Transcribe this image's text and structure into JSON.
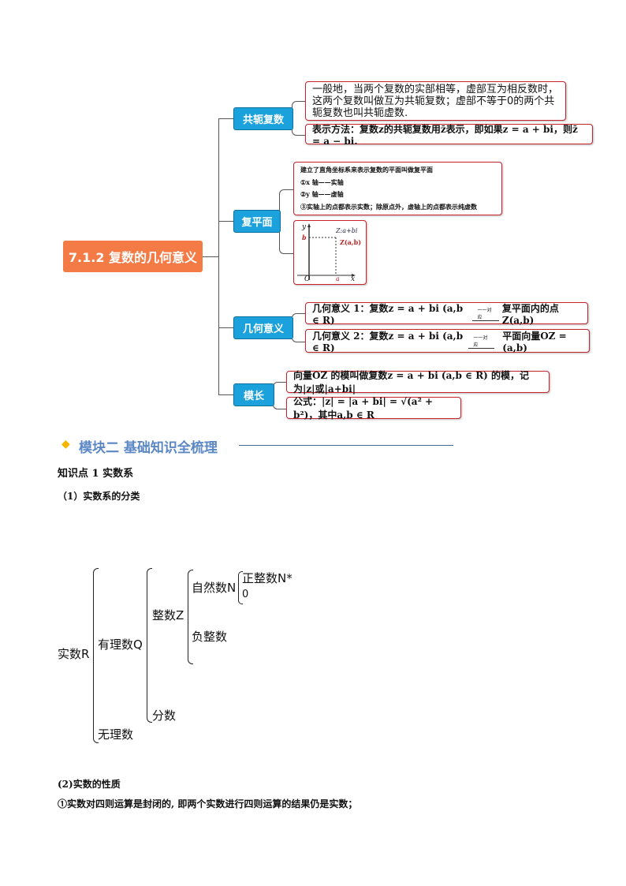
{
  "mindmap": {
    "root": "7.1.2 复数的几何意义",
    "branches": [
      {
        "label": "共轭复数",
        "items": [
          "一般地，当两个复数的实部相等，虚部互为相反数时，这两个复数叫做互为共轭复数；虚部不等于0的两个共轭复数也叫共轭虚数.",
          "表示方法：复数z的共轭复数用z̄表示，即如果z = a + bi，则z̄ = a − bi."
        ]
      },
      {
        "label": "复平面",
        "items": [
          "建立了直角坐标系来表示复数的平面叫做复平面",
          "①x 轴——实轴",
          "②y 轴——虚轴",
          "③实轴上的点都表示实数；除原点外，虚轴上的点都表示纯虚数"
        ],
        "graph": {
          "y_label": "y",
          "x_label": "x",
          "origin": "O",
          "b": "b",
          "a": "a",
          "z_label": "Z:a+bi",
          "point_label": "Z(a,b)"
        }
      },
      {
        "label": "几何意义",
        "items": [
          "几何意义 1：复数z = a + bi (a,b ∈ R)",
          "一一对应",
          "复平面内的点Z(a,b)",
          "几何意义 2：复数z = a + bi (a,b ∈ R)",
          "平面向量OZ = (a,b)"
        ]
      },
      {
        "label": "模长",
        "items": [
          "向量OZ 的模叫做复数z = a + bi (a,b ∈ R) 的模，记为|z|或|a+bi|",
          "公式：|z| = |a + bi| = √(a² + b²)，其中a,b ∈ R"
        ]
      }
    ]
  },
  "section": {
    "title": "模块二 基础知识全梳理",
    "kp1": "知识点 1  实数系",
    "sub1": "（1）实数系的分类",
    "sub2": "(2)实数的性质",
    "prop1": "①实数对四则运算是封闭的, 即两个实数进行四则运算的结果仍是实数；"
  },
  "tree": {
    "real": "实数R",
    "rational": "有理数Q",
    "integer": "整数Z",
    "natural": "自然数N",
    "positive": "正整数N*",
    "zero": "0",
    "negative": "负整数",
    "fraction": "分数",
    "irrational": "无理数"
  }
}
